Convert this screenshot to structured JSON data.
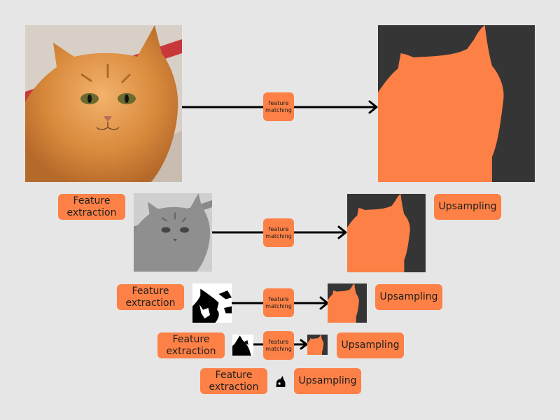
{
  "colors": {
    "background": "#e6e6e6",
    "accent": "#fd8046",
    "mask_background": "#353535",
    "arrow": "#000000"
  },
  "labels": {
    "feature_matching": "feature matching",
    "feature_extraction": "Feature extraction",
    "upsampling": "Upsampling"
  },
  "levels": [
    {
      "name": "level-1",
      "input_image": "cat-photo-color",
      "output_image": "cat-segmentation-mask"
    },
    {
      "name": "level-2",
      "input_image": "cat-photo-grayscale",
      "output_image": "cat-segmentation-mask"
    },
    {
      "name": "level-3",
      "input_image": "cat-photo-binary",
      "output_image": "cat-segmentation-mask"
    },
    {
      "name": "level-4",
      "input_image": "cat-photo-binary-small",
      "output_image": "cat-segmentation-mask"
    },
    {
      "name": "level-5",
      "input_image": "cat-photo-binary-tiny"
    }
  ]
}
